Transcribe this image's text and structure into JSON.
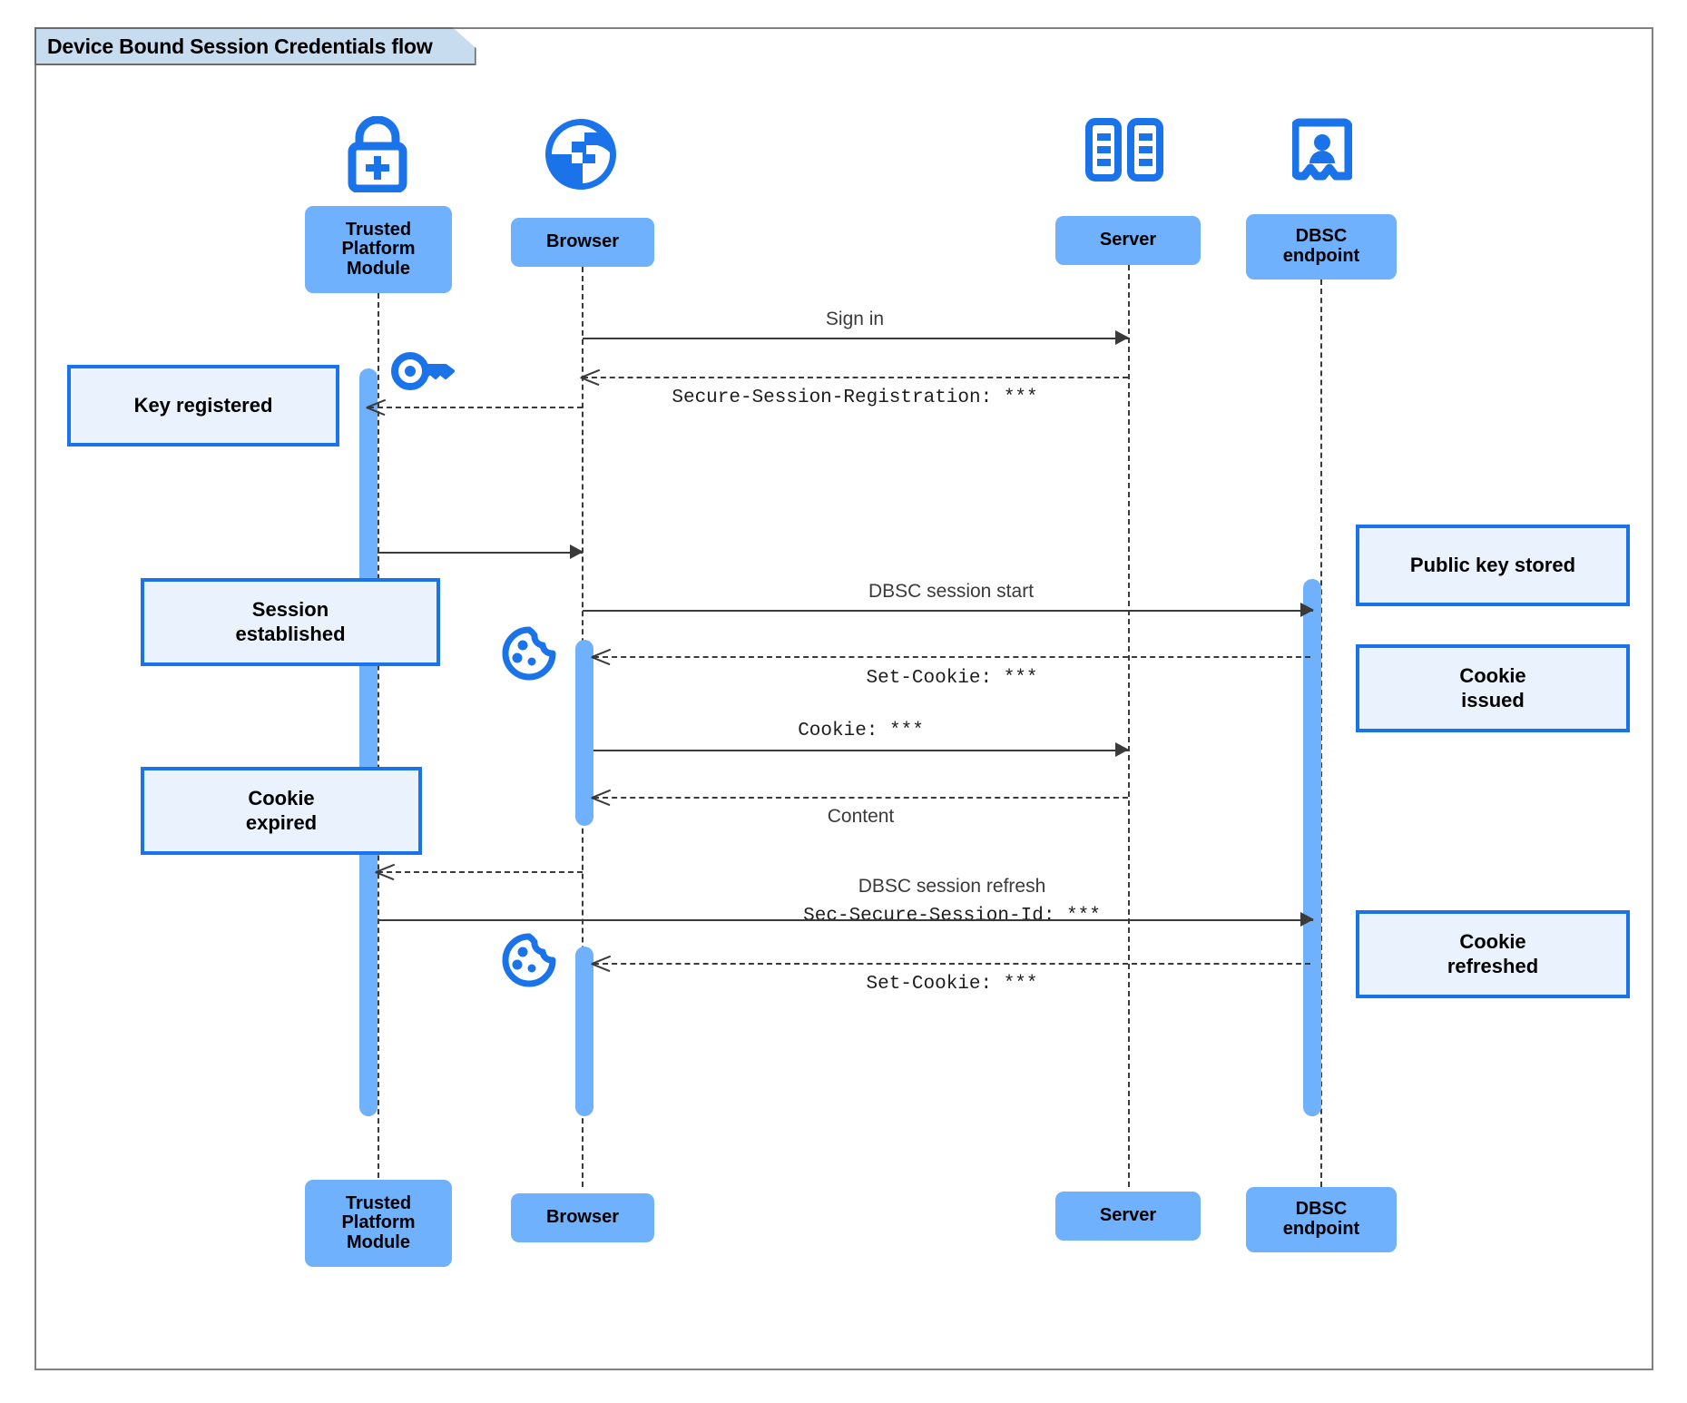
{
  "diagram": {
    "type": "uml-sequence",
    "title": "Device Bound Session Credentials flow",
    "participants": [
      {
        "id": "tpm",
        "label": "Trusted\nPlatform\nModule",
        "icon": "padlock-plus-icon"
      },
      {
        "id": "browser",
        "label": "Browser",
        "icon": "globe-icon"
      },
      {
        "id": "server",
        "label": "Server",
        "icon": "server-rack-icon"
      },
      {
        "id": "dbsc",
        "label": "DBSC\nendpoint",
        "icon": "id-badge-icon"
      }
    ],
    "participant_labels": {
      "tpm_l1": "Trusted",
      "tpm_l2": "Platform",
      "tpm_l3": "Module",
      "browser": "Browser",
      "server": "Server",
      "dbsc_l1": "DBSC",
      "dbsc_l2": "endpoint"
    },
    "messages": [
      {
        "n": 1,
        "from": "browser",
        "to": "server",
        "label": "Sign in",
        "style": "solid",
        "font": "sans"
      },
      {
        "n": 2,
        "from": "server",
        "to": "browser",
        "label": "Secure-Session-Registration: ***",
        "style": "dashed",
        "font": "mono"
      },
      {
        "n": 3,
        "from": "browser",
        "to": "tpm",
        "label": "",
        "style": "dashed",
        "font": "sans"
      },
      {
        "n": 4,
        "from": "tpm",
        "to": "browser",
        "label": "",
        "style": "solid",
        "font": "sans"
      },
      {
        "n": 5,
        "from": "browser",
        "to": "dbsc",
        "label": "DBSC session start",
        "style": "solid",
        "font": "sans"
      },
      {
        "n": 6,
        "from": "dbsc",
        "to": "browser",
        "label": "Set-Cookie: ***",
        "style": "dashed",
        "font": "mono"
      },
      {
        "n": 7,
        "from": "browser",
        "to": "server",
        "label": "Cookie: ***",
        "style": "solid",
        "font": "mono"
      },
      {
        "n": 8,
        "from": "server",
        "to": "browser",
        "label": "Content",
        "style": "dashed",
        "font": "sans"
      },
      {
        "n": 9,
        "from": "browser",
        "to": "tpm",
        "label": "",
        "style": "dashed",
        "font": "sans"
      },
      {
        "n": 10,
        "from": "tpm",
        "to": "dbsc",
        "label": "DBSC session refresh",
        "label2": "Sec-Secure-Session-Id: ***",
        "style": "solid",
        "font": "sans"
      },
      {
        "n": 11,
        "from": "dbsc",
        "to": "browser",
        "label": "Set-Cookie: ***",
        "style": "dashed",
        "font": "mono"
      }
    ],
    "message_labels": {
      "sign_in": "Sign in",
      "secure_session_registration": "Secure-Session-Registration: ***",
      "dbsc_session_start": "DBSC session start",
      "set_cookie_1": "Set-Cookie: ***",
      "cookie": "Cookie: ***",
      "content": "Content",
      "dbsc_session_refresh": "DBSC session refresh",
      "sec_secure_session_id": "Sec-Secure-Session-Id: ***",
      "set_cookie_2": "Set-Cookie: ***"
    },
    "notes": [
      {
        "id": "key-registered",
        "text": "Key registered",
        "side": "left",
        "anchor": "tpm"
      },
      {
        "id": "session-established",
        "text": "Session\nestablished",
        "side": "left",
        "anchor": "tpm"
      },
      {
        "id": "cookie-expired",
        "text": "Cookie\nexpired",
        "side": "left",
        "anchor": "tpm"
      },
      {
        "id": "public-key-stored",
        "text": "Public key stored",
        "side": "right",
        "anchor": "dbsc"
      },
      {
        "id": "cookie-issued",
        "text": "Cookie\nissued",
        "side": "right",
        "anchor": "dbsc"
      },
      {
        "id": "cookie-refreshed",
        "text": "Cookie\nrefreshed",
        "side": "right",
        "anchor": "dbsc"
      }
    ],
    "note_labels": {
      "key_registered": "Key registered",
      "session_established_l1": "Session",
      "session_established_l2": "established",
      "cookie_expired_l1": "Cookie",
      "cookie_expired_l2": "expired",
      "public_key_stored": "Public key stored",
      "cookie_issued_l1": "Cookie",
      "cookie_issued_l2": "issued",
      "cookie_refreshed_l1": "Cookie",
      "cookie_refreshed_l2": "refreshed"
    },
    "inline_icons": [
      {
        "id": "key-icon",
        "name": "key-icon",
        "near": "tpm-lifeline"
      },
      {
        "id": "cookie-icon-1",
        "name": "cookie-icon",
        "near": "browser-lifeline"
      },
      {
        "id": "cookie-icon-2",
        "name": "cookie-icon",
        "near": "browser-lifeline"
      }
    ],
    "colors": {
      "participant_fill": "#6fb1fc",
      "activation_fill": "#6fb1fc",
      "note_fill": "#eaf2fe",
      "note_border": "#1a73e8",
      "icon_blue": "#1a73e8",
      "title_fill": "#c8dcf0",
      "frame_border": "#808080",
      "line": "#3a3a3a"
    }
  }
}
